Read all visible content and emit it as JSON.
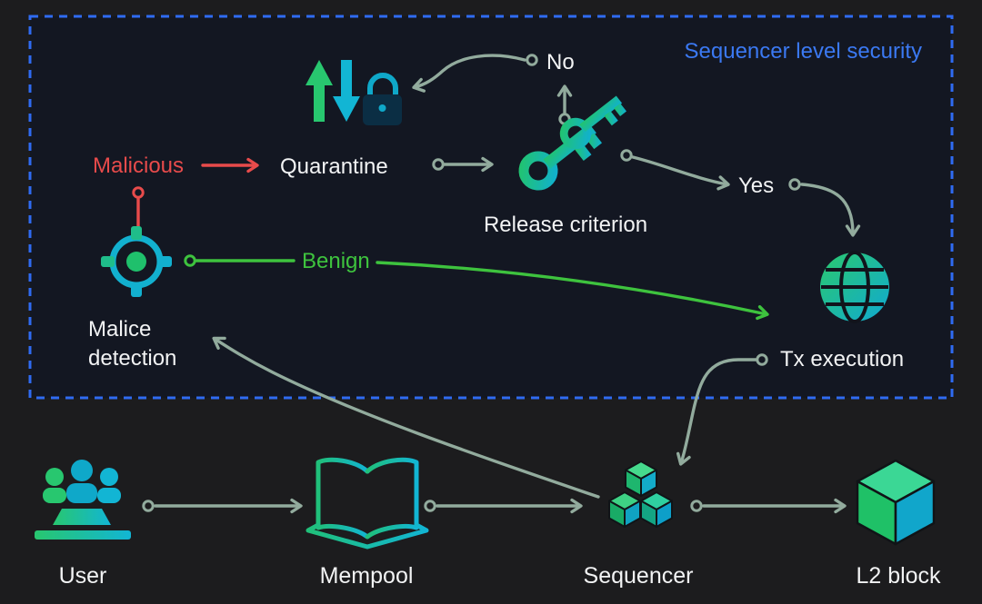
{
  "security_box": {
    "title": "Sequencer level security",
    "malicious_label": "Malicious",
    "quarantine_label": "Quarantine",
    "no_label": "No",
    "release_criterion_label": "Release criterion",
    "yes_label": "Yes",
    "benign_label": "Benign",
    "malice_detection_line1": "Malice",
    "malice_detection_line2": "detection",
    "tx_execution_label": "Tx execution"
  },
  "pipeline": {
    "user_label": "User",
    "mempool_label": "Mempool",
    "sequencer_label": "Sequencer",
    "l2_block_label": "L2 block"
  },
  "colors": {
    "background": "#1c1c1e",
    "box_background": "#131722",
    "box_border_blue": "#2f6bf2",
    "title_blue": "#3b79f2",
    "malicious_red": "#e84b4b",
    "benign_green": "#3ec33e",
    "arrow_sage": "#92ab9d",
    "icon_green": "#28c76f",
    "icon_teal": "#12b5d4",
    "text_white": "#f2f3f4"
  },
  "icons": [
    "quarantine-lock-icon",
    "release-keys-icon",
    "malice-detection-icon",
    "tx-execution-globe-icon",
    "users-icon",
    "mempool-book-icon",
    "sequencer-cubes-icon",
    "l2-block-cube-icon"
  ]
}
